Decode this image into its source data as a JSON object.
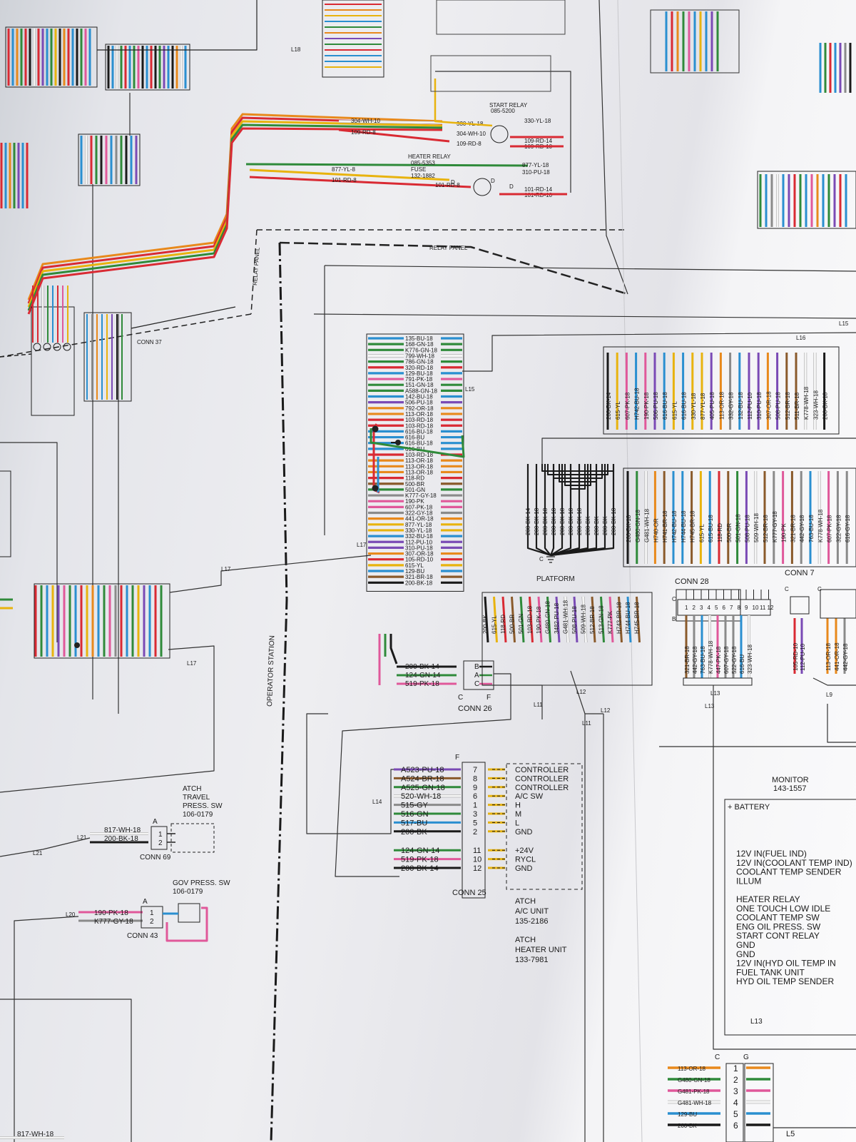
{
  "colors": {
    "RD": "#d92a33",
    "BK": "#1a1a1a",
    "BU": "#2a8fd0",
    "GN": "#2f8a3a",
    "YL": "#e8b30e",
    "OR": "#e8891c",
    "PU": "#7a4ab5",
    "PK": "#e0589a",
    "GY": "#8a8a8a",
    "WH": "#f4f4f4",
    "BR": "#8a5a2b"
  },
  "labels": {
    "relay_panel": "RELAY PANEL",
    "operator_station": "OPERATOR STATION",
    "platform": "PLATFORM",
    "start_relay": "START RELAY",
    "start_relay_pn": "085-5200",
    "heater_relay": "HEATER RELAY",
    "heater_relay_pn": "085-5353",
    "fuse": "FUSE",
    "fuse_pn": "132-1882",
    "conn37": "CONN 37",
    "conn26": "CONN 26",
    "conn25": "CONN 25",
    "conn28": "CONN 28",
    "conn7": "CONN 7",
    "conn69": "CONN 69",
    "conn43": "CONN 43",
    "atch_travel_1": "ATCH",
    "atch_travel_2": "TRAVEL",
    "atch_travel_3": "PRESS. SW",
    "atch_travel_pn": "106-0179",
    "gov_press": "GOV PRESS. SW",
    "gov_press_pn": "106-0179",
    "atch_ac_1": "ATCH",
    "atch_ac_2": "A/C UNIT",
    "atch_ac_pn": "135-2186",
    "atch_heater_1": "ATCH",
    "atch_heater_2": "HEATER UNIT",
    "atch_heater_pn": "133-7981",
    "monitor": "MONITOR",
    "monitor_pn": "143-1557",
    "battery": "+ BATTERY"
  },
  "center_wires": [
    {
      "id": "135-BU-18",
      "c": "BU"
    },
    {
      "id": "168-GN-18",
      "c": "GN"
    },
    {
      "id": "K776-GN-18",
      "c": "GN"
    },
    {
      "id": "799-WH-18",
      "c": "WH"
    },
    {
      "id": "786-GN-18",
      "c": "GN"
    },
    {
      "id": "320-RD-18",
      "c": "RD"
    },
    {
      "id": "129-BU-18",
      "c": "BU"
    },
    {
      "id": "791-PK-18",
      "c": "PK"
    },
    {
      "id": "151-GN-18",
      "c": "GN"
    },
    {
      "id": "A588-GN-18",
      "c": "GN"
    },
    {
      "id": "142-BU-18",
      "c": "BU"
    },
    {
      "id": "506-PU-18",
      "c": "PU"
    },
    {
      "id": "792-OR-18",
      "c": "OR"
    },
    {
      "id": "113-OR-18",
      "c": "OR"
    },
    {
      "id": "103-RD-18",
      "c": "RD"
    },
    {
      "id": "103-RD-18",
      "c": "RD"
    },
    {
      "id": "616-BU-18",
      "c": "BU"
    },
    {
      "id": "616-BU",
      "c": "BU"
    },
    {
      "id": "616-BU-18",
      "c": "BU"
    },
    {
      "id": "616-BU",
      "c": "BU"
    },
    {
      "id": "103-RD-18",
      "c": "RD"
    },
    {
      "id": "113-OR-18",
      "c": "OR"
    },
    {
      "id": "113-OR-18",
      "c": "OR"
    },
    {
      "id": "113-OR-18",
      "c": "OR"
    },
    {
      "id": "118-RD",
      "c": "RD"
    },
    {
      "id": "500-BR",
      "c": "BR"
    },
    {
      "id": "501-GN",
      "c": "GN"
    },
    {
      "id": "K777-GY-18",
      "c": "GY"
    },
    {
      "id": "190-PK",
      "c": "PK"
    },
    {
      "id": "607-PK-18",
      "c": "PK"
    },
    {
      "id": "322-GY-18",
      "c": "GY"
    },
    {
      "id": "441-OR-18",
      "c": "OR"
    },
    {
      "id": "877-YL-18",
      "c": "YL"
    },
    {
      "id": "330-YL-18",
      "c": "YL"
    },
    {
      "id": "332-BU-18",
      "c": "BU"
    },
    {
      "id": "112-PU-10",
      "c": "PU"
    },
    {
      "id": "310-PU-18",
      "c": "PU"
    },
    {
      "id": "307-OR-18",
      "c": "OR"
    },
    {
      "id": "105-RD-10",
      "c": "RD"
    },
    {
      "id": "615-YL",
      "c": "YL"
    },
    {
      "id": "129-BU",
      "c": "BU"
    },
    {
      "id": "321-BR-18",
      "c": "BR"
    },
    {
      "id": "200-BK-18",
      "c": "BK"
    }
  ],
  "conn26": {
    "wires": [
      {
        "id": "200-BK-14",
        "c": "BK",
        "pin": "B"
      },
      {
        "id": "124-GN-14",
        "c": "GN",
        "pin": "A"
      },
      {
        "id": "519-PK-18",
        "c": "PK",
        "pin": "C"
      }
    ],
    "left_label": "C",
    "right_label": "F"
  },
  "conn25": {
    "top_label": "F",
    "rows": [
      {
        "wire": "A523-PU-18",
        "c": "PU",
        "pin": "7",
        "func": "CONTROLLER"
      },
      {
        "wire": "A524-BR-18",
        "c": "BR",
        "pin": "8",
        "func": "CONTROLLER"
      },
      {
        "wire": "A525-GN-18",
        "c": "GN",
        "pin": "9",
        "func": "CONTROLLER"
      },
      {
        "wire": "520-WH-18",
        "c": "WH",
        "pin": "6",
        "func": "A/C SW"
      },
      {
        "wire": "515-GY",
        "c": "GY",
        "pin": "1",
        "func": "H"
      },
      {
        "wire": "516-GN",
        "c": "GN",
        "pin": "3",
        "func": "M"
      },
      {
        "wire": "517-BU",
        "c": "BU",
        "pin": "5",
        "func": "L"
      },
      {
        "wire": "200-BK",
        "c": "BK",
        "pin": "2",
        "func": "GND"
      },
      {
        "wire": "124-GN-14",
        "c": "GN",
        "pin": "11",
        "func": "+24V"
      },
      {
        "wire": "519-PK-18",
        "c": "PK",
        "pin": "10",
        "func": "RYCL"
      },
      {
        "wire": "200-BK-14",
        "c": "BK",
        "pin": "12",
        "func": "GND"
      }
    ]
  },
  "conn69": {
    "pin_label": "A",
    "wires": [
      {
        "id": "817-WH-18",
        "c": "WH",
        "pin": "1"
      },
      {
        "id": "200-BK-18",
        "c": "BK",
        "pin": "2"
      }
    ]
  },
  "conn43": {
    "pin_label": "A",
    "wires": [
      {
        "id": "190-PK-18",
        "c": "PK",
        "pin": "1"
      },
      {
        "id": "K777-GY-18",
        "c": "GY",
        "pin": "2"
      }
    ]
  },
  "conn28_pins": [
    "1",
    "2",
    "3",
    "4",
    "5",
    "6",
    "7",
    "8",
    "9",
    "10",
    "11",
    "12"
  ],
  "conn28_wires": [
    {
      "id": "321-BR-18",
      "c": "BR"
    },
    {
      "id": "442-GY-18",
      "c": "GY"
    },
    {
      "id": "763-BU-18",
      "c": "BU"
    },
    {
      "id": "K778-WH-18",
      "c": "WH"
    },
    {
      "id": "447-PK-18",
      "c": "PK"
    },
    {
      "id": "607-GY-18",
      "c": "GY"
    },
    {
      "id": "522-GY-18",
      "c": "GY"
    },
    {
      "id": "616-BU",
      "c": "BU"
    },
    {
      "id": "323-WH-18",
      "c": "WH"
    }
  ],
  "conn7_wires": [
    {
      "id": "105-RD-10",
      "c": "RD"
    },
    {
      "id": "112-PU-10",
      "c": "PU"
    },
    {
      "id": "113-OR-18",
      "c": "OR"
    },
    {
      "id": "441-OR-18",
      "c": "OR"
    },
    {
      "id": "442-GY-18",
      "c": "GY"
    }
  ],
  "platform_wires": [
    {
      "id": "200-BK",
      "c": "BK"
    },
    {
      "id": "615-YL",
      "c": "YL"
    },
    {
      "id": "118-RD",
      "c": "RD"
    },
    {
      "id": "500-BR",
      "c": "BR"
    },
    {
      "id": "501-GN",
      "c": "GN"
    },
    {
      "id": "103-RD-18",
      "c": "RD"
    },
    {
      "id": "190-PK-18",
      "c": "PK"
    },
    {
      "id": "G480-GN-18",
      "c": "GN"
    },
    {
      "id": "3482-PU-18",
      "c": "PU"
    },
    {
      "id": "G481-WH-18",
      "c": "WH"
    },
    {
      "id": "508-PU-18",
      "c": "PU"
    },
    {
      "id": "509-WH-18",
      "c": "WH"
    },
    {
      "id": "512-BR-18",
      "c": "BR"
    },
    {
      "id": "513-GN-18",
      "c": "GN"
    },
    {
      "id": "K777-PK",
      "c": "PK"
    },
    {
      "id": "H743-BR-18",
      "c": "BR"
    },
    {
      "id": "H744-BU-18",
      "c": "BU"
    },
    {
      "id": "H745-BR-18",
      "c": "BR"
    }
  ],
  "ground_bundle": [
    "200-BK-14",
    "200-BK-18",
    "200-BK-18",
    "200-BK-18",
    "200-BK-18",
    "200-BK-18",
    "200-BK-18",
    "200-BK",
    "200-BK",
    "200-BK",
    "200-BK-18"
  ],
  "mid_right_wires": [
    {
      "id": "200-BK-18",
      "c": "BK"
    },
    {
      "id": "G480-GN-18",
      "c": "GN"
    },
    {
      "id": "G481-WH-18",
      "c": "WH"
    },
    {
      "id": "H740-OR",
      "c": "OR"
    },
    {
      "id": "H741-BR-18",
      "c": "BR"
    },
    {
      "id": "H742-BU-18",
      "c": "BU"
    },
    {
      "id": "H744-BU-18",
      "c": "BU"
    },
    {
      "id": "H745-BR-18",
      "c": "BR"
    },
    {
      "id": "615-YL",
      "c": "YL"
    },
    {
      "id": "615-BU-18",
      "c": "BU"
    },
    {
      "id": "118-RD",
      "c": "RD"
    },
    {
      "id": "500-BR",
      "c": "BR"
    },
    {
      "id": "501-GN-18",
      "c": "GN"
    },
    {
      "id": "508-PU-18",
      "c": "PU"
    },
    {
      "id": "509-WH-18",
      "c": "WH"
    },
    {
      "id": "512-BR-18",
      "c": "BR"
    },
    {
      "id": "K777-GY-18",
      "c": "GY"
    },
    {
      "id": "190-PK",
      "c": "PK"
    },
    {
      "id": "321-BR-18",
      "c": "BR"
    },
    {
      "id": "442-GY-18",
      "c": "GY"
    },
    {
      "id": "763-BU-18",
      "c": "BU"
    },
    {
      "id": "K778-WH-18",
      "c": "WH"
    },
    {
      "id": "607-PK-18",
      "c": "PK"
    },
    {
      "id": "322-GY-18",
      "c": "GY"
    },
    {
      "id": "616-GY-18",
      "c": "GY"
    }
  ],
  "top_right_wires": [
    {
      "id": "200-BK-14",
      "c": "BK"
    },
    {
      "id": "615-YL",
      "c": "YL"
    },
    {
      "id": "607-PK-18",
      "c": "PK"
    },
    {
      "id": "H742-BU-18",
      "c": "BU"
    },
    {
      "id": "190-PK-18",
      "c": "PK"
    },
    {
      "id": "506-PU-18",
      "c": "PU"
    },
    {
      "id": "616-BU-18",
      "c": "BU"
    },
    {
      "id": "615-YL",
      "c": "YL"
    },
    {
      "id": "616-BU-18",
      "c": "BU"
    },
    {
      "id": "330-YL-18",
      "c": "YL"
    },
    {
      "id": "877-YL-18",
      "c": "YL"
    },
    {
      "id": "405-PU-18",
      "c": "PU"
    },
    {
      "id": "113-OR-18",
      "c": "OR"
    },
    {
      "id": "332-GY-18",
      "c": "GY"
    },
    {
      "id": "132-BU-18",
      "c": "BU"
    },
    {
      "id": "112-PU-10",
      "c": "PU"
    },
    {
      "id": "310-PU-18",
      "c": "PU"
    },
    {
      "id": "307-OR-18",
      "c": "OR"
    },
    {
      "id": "508-PU-18",
      "c": "PU"
    },
    {
      "id": "512-BR-18",
      "c": "BR"
    },
    {
      "id": "511-BR-18",
      "c": "BR"
    },
    {
      "id": "K778-WH-18",
      "c": "WH"
    },
    {
      "id": "323-WH-18",
      "c": "WH"
    },
    {
      "id": "200-BK-18",
      "c": "BK"
    }
  ],
  "relay_wires": {
    "start": [
      {
        "id": "304-WH-10",
        "c": "WH"
      },
      {
        "id": "109-RD-8",
        "c": "RD"
      },
      {
        "id": "330-YL-18",
        "c": "YL"
      },
      {
        "id": "304-WH-10",
        "c": "WH"
      },
      {
        "id": "109-RD-8",
        "c": "RD"
      },
      {
        "id": "330-YL-18",
        "c": "YL"
      },
      {
        "id": "109-RD-14",
        "c": "RD"
      },
      {
        "id": "109-RD-10",
        "c": "RD"
      }
    ],
    "heater": [
      {
        "id": "877-YL-8",
        "c": "YL"
      },
      {
        "id": "101-RD-8",
        "c": "RD"
      },
      {
        "id": "877-YL-18",
        "c": "YL"
      },
      {
        "id": "310-PU-18",
        "c": "PU"
      },
      {
        "id": "101-RD-8",
        "c": "RD"
      },
      {
        "id": "101-RD-14",
        "c": "RD"
      },
      {
        "id": "101-RD-10",
        "c": "RD"
      }
    ]
  },
  "monitor_lines": [
    "12V IN(FUEL IND)",
    "12V IN(COOLANT TEMP IND)",
    "COOLANT TEMP SENDER",
    "ILLUM",
    "",
    "HEATER RELAY",
    "ONE TOUCH LOW IDLE",
    "COOLANT TEMP SW",
    "ENG OIL PRESS. SW",
    "START CONT RELAY",
    "GND",
    "GND",
    "12V IN(HYD OIL TEMP IN",
    "FUEL TANK UNIT",
    "HYD OIL TEMP SENDER"
  ],
  "bottom_conn": {
    "c": "C",
    "g": "G",
    "rows": [
      {
        "id": "113-OR-18",
        "pin": "1",
        "c": "OR"
      },
      {
        "id": "G480-GN-18",
        "pin": "2",
        "c": "GN"
      },
      {
        "id": "G481-PK-18",
        "pin": "3",
        "c": "PK"
      },
      {
        "id": "G481-WH-18",
        "pin": "4",
        "c": "WH"
      },
      {
        "id": "129-BU",
        "pin": "5",
        "c": "BU"
      },
      {
        "id": "200-BK",
        "pin": "6",
        "c": "BK"
      }
    ]
  },
  "bottom_left_wire": "817-WH-18",
  "line_labels": {
    "L14": "L14",
    "L15": "L15",
    "L16": "L16",
    "L17": "L17",
    "L11": "L11",
    "L12": "L12",
    "L13": "L13",
    "L9": "L9",
    "L20": "L20",
    "L21": "L21",
    "L5": "L5",
    "L18": "L18"
  },
  "pin_letters": {
    "C": "C",
    "D": "D",
    "A": "A",
    "B": "B"
  }
}
